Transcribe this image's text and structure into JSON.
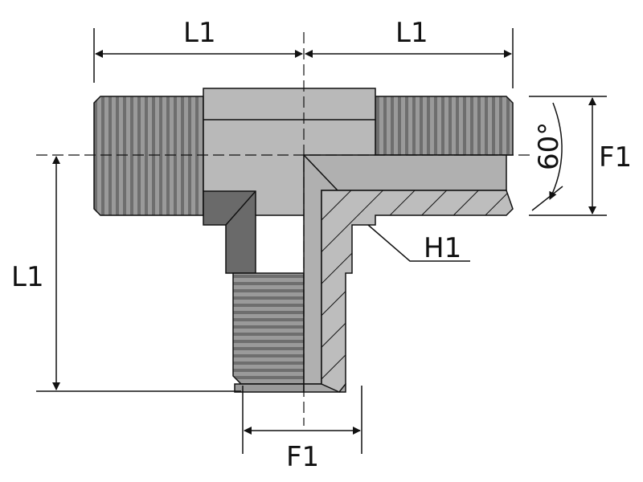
{
  "title": "Male tee fitting technical drawing",
  "labels": {
    "top_left_length": "L1",
    "top_right_length": "L1",
    "vertical_length": "L1",
    "right_thread": "F1",
    "bottom_thread": "F1",
    "cone_angle": "60°",
    "hatch_callout": "H1"
  },
  "colors": {
    "body": "#b9b9b9",
    "thread": "#8a8a8a",
    "dark": "#6a6a6a",
    "line": "#111111"
  }
}
